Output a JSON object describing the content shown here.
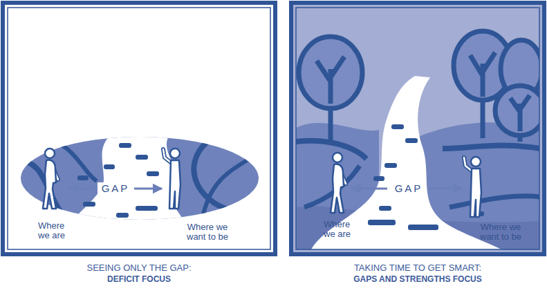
{
  "diagram": {
    "nodes": [
      {
        "text": [
          "SEEING ONLY THE GAP:",
          "DEFICIT FOCUS"
        ]
      },
      {
        "text": [
          "TAKING TIME TO GET SMART:",
          "GAPS AND STRENGTHS FOCUS"
        ]
      }
    ],
    "labels": [
      "GAP",
      "Where we are",
      "Where we want to be",
      "GAP",
      "Where we are",
      "Where we want to be"
    ]
  }
}
